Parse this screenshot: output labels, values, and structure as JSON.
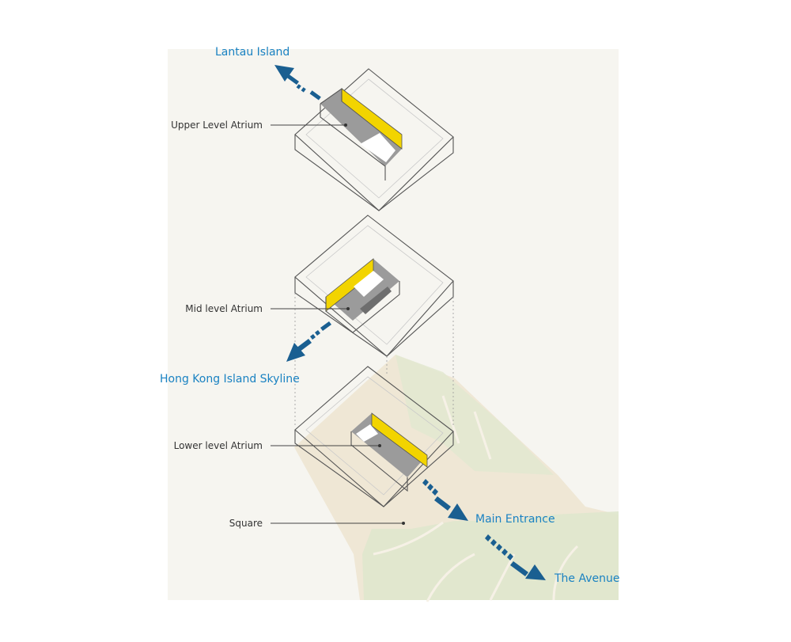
{
  "destinations": {
    "lantau": "Lantau Island",
    "hk_skyline": "Hong Kong Island Skyline",
    "main_entrance": "Main Entrance",
    "avenue": "The Avenue"
  },
  "callouts": {
    "upper": "Upper Level Atrium",
    "mid": "Mid level Atrium",
    "lower": "Lower level Atrium",
    "square": "Square"
  },
  "colors": {
    "arrow": "#1a5f91",
    "label": "#1a82c2",
    "atrium_wall": "#f2d500",
    "atrium_floor": "#9a9a9a",
    "ground": "#efe6d4",
    "park": "#dde6cc"
  }
}
